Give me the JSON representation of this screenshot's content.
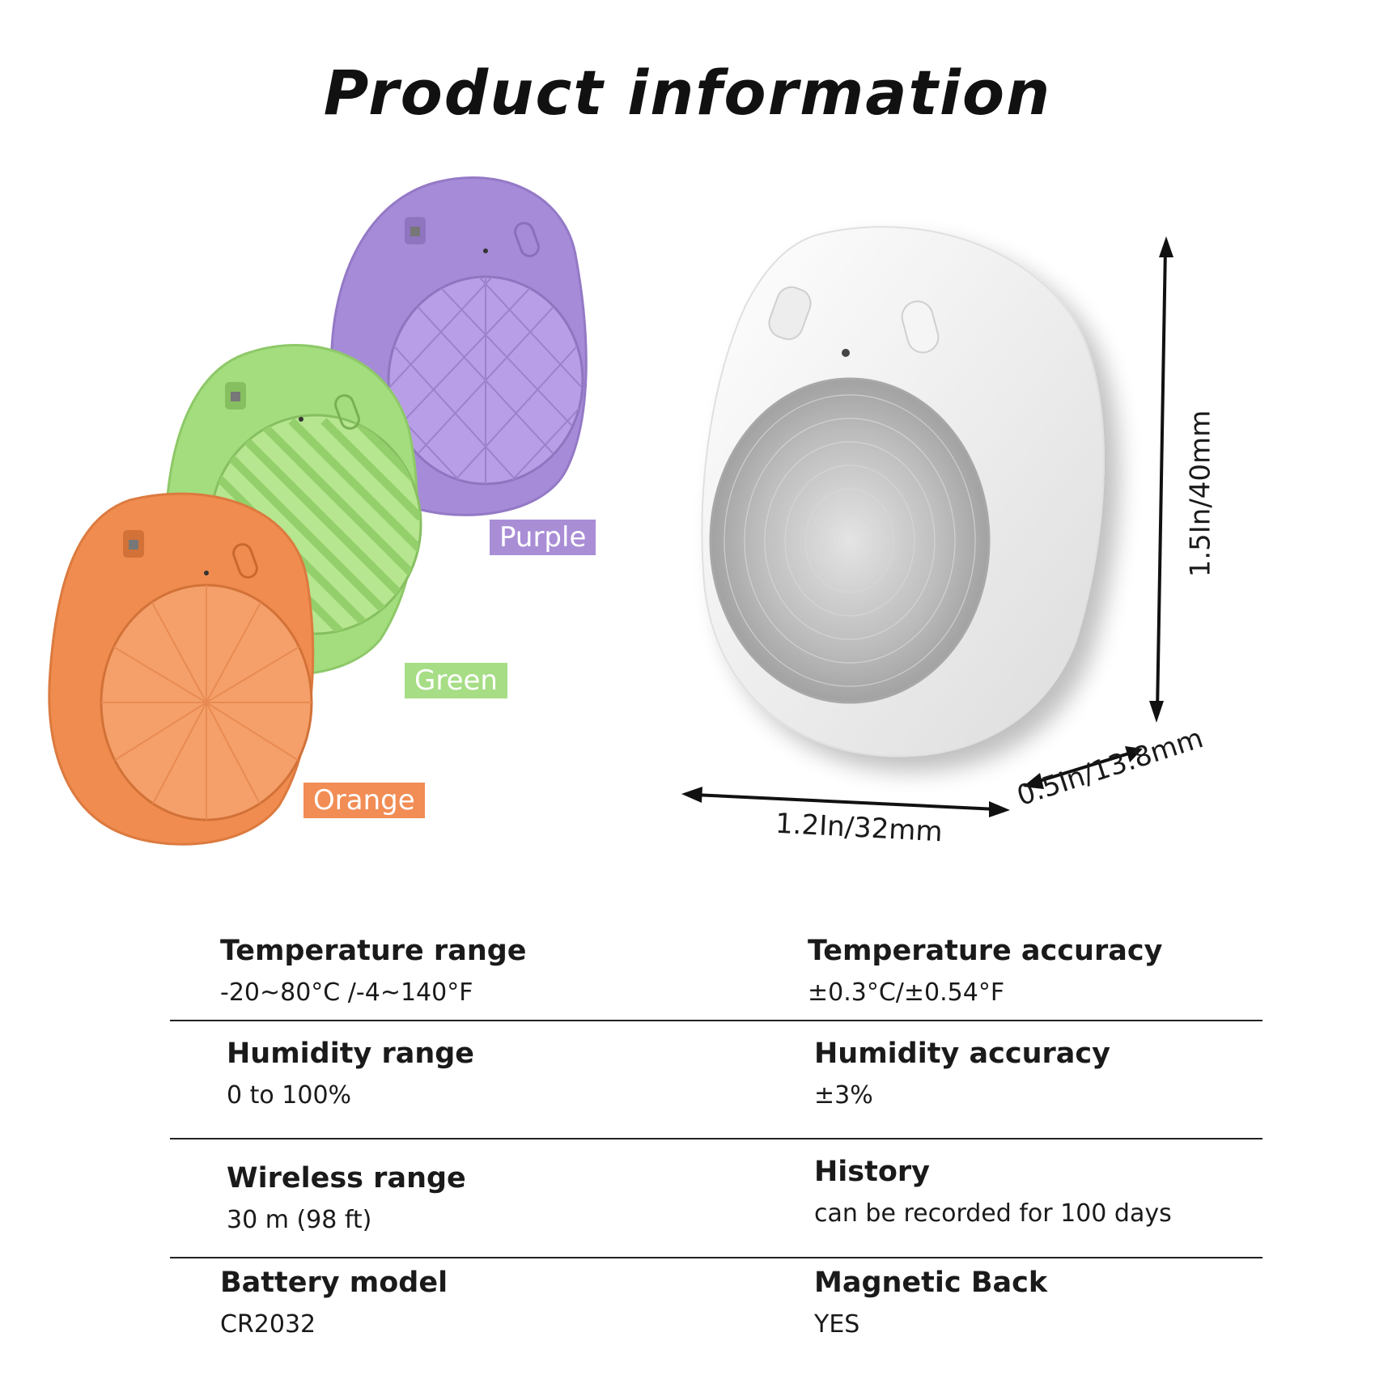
{
  "title": "Product information",
  "colors": {
    "purple": "#a68bd8",
    "purple_label": "#a98ed6",
    "green": "#a3dd7d",
    "green_label": "#a6dd85",
    "orange": "#f08c4f",
    "orange_label": "#f18d55",
    "white_device": "#f3f3f3",
    "steel": "#c8c8c8"
  },
  "color_labels": {
    "purple": "Purple",
    "green": "Green",
    "orange": "Orange"
  },
  "dimensions": {
    "height": "1.5In/40mm",
    "width": "1.2In/32mm",
    "depth": "0.5In/13.8mm"
  },
  "specs": [
    {
      "label": "Temperature range",
      "value": " -20~80°C /-4~140°F"
    },
    {
      "label": "Temperature accuracy",
      "value": " ±0.3°C/±0.54°F"
    },
    {
      "label": "Humidity range",
      "value": "0 to 100%"
    },
    {
      "label": "Humidity accuracy",
      "value": "±3%"
    },
    {
      "label": "Wireless range",
      "value": "30 m (98 ft)"
    },
    {
      "label": "History",
      "value": "can be recorded for 100 days"
    },
    {
      "label": "Battery model",
      "value": "CR2032"
    },
    {
      "label": "Magnetic Back",
      "value": "YES"
    }
  ]
}
